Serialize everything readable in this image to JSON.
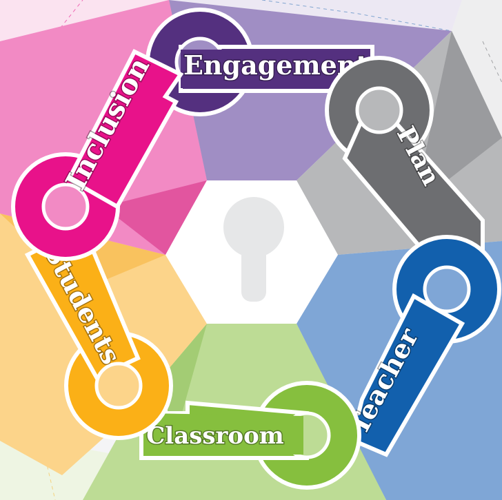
{
  "diagram": {
    "center_icon": "keyhole-icon",
    "keys": [
      {
        "id": "engagement",
        "label": "Engagement",
        "color": "#54307f",
        "sector_color": "#a08ec4"
      },
      {
        "id": "plan",
        "label": "Plan",
        "color": "#6d6e71",
        "sector_color": "#b7b8ba"
      },
      {
        "id": "teacher",
        "label": "Teacher",
        "color": "#1260ad",
        "sector_color": "#7fa6d6"
      },
      {
        "id": "classroom",
        "label": "Classroom",
        "color": "#86bf3e",
        "sector_color": "#bddc95"
      },
      {
        "id": "students",
        "label": "Students",
        "color": "#fbb017",
        "sector_color": "#fcd48a"
      },
      {
        "id": "inclusion",
        "label": "Inclusion",
        "color": "#e8128a",
        "sector_color": "#f28ac4"
      }
    ]
  }
}
